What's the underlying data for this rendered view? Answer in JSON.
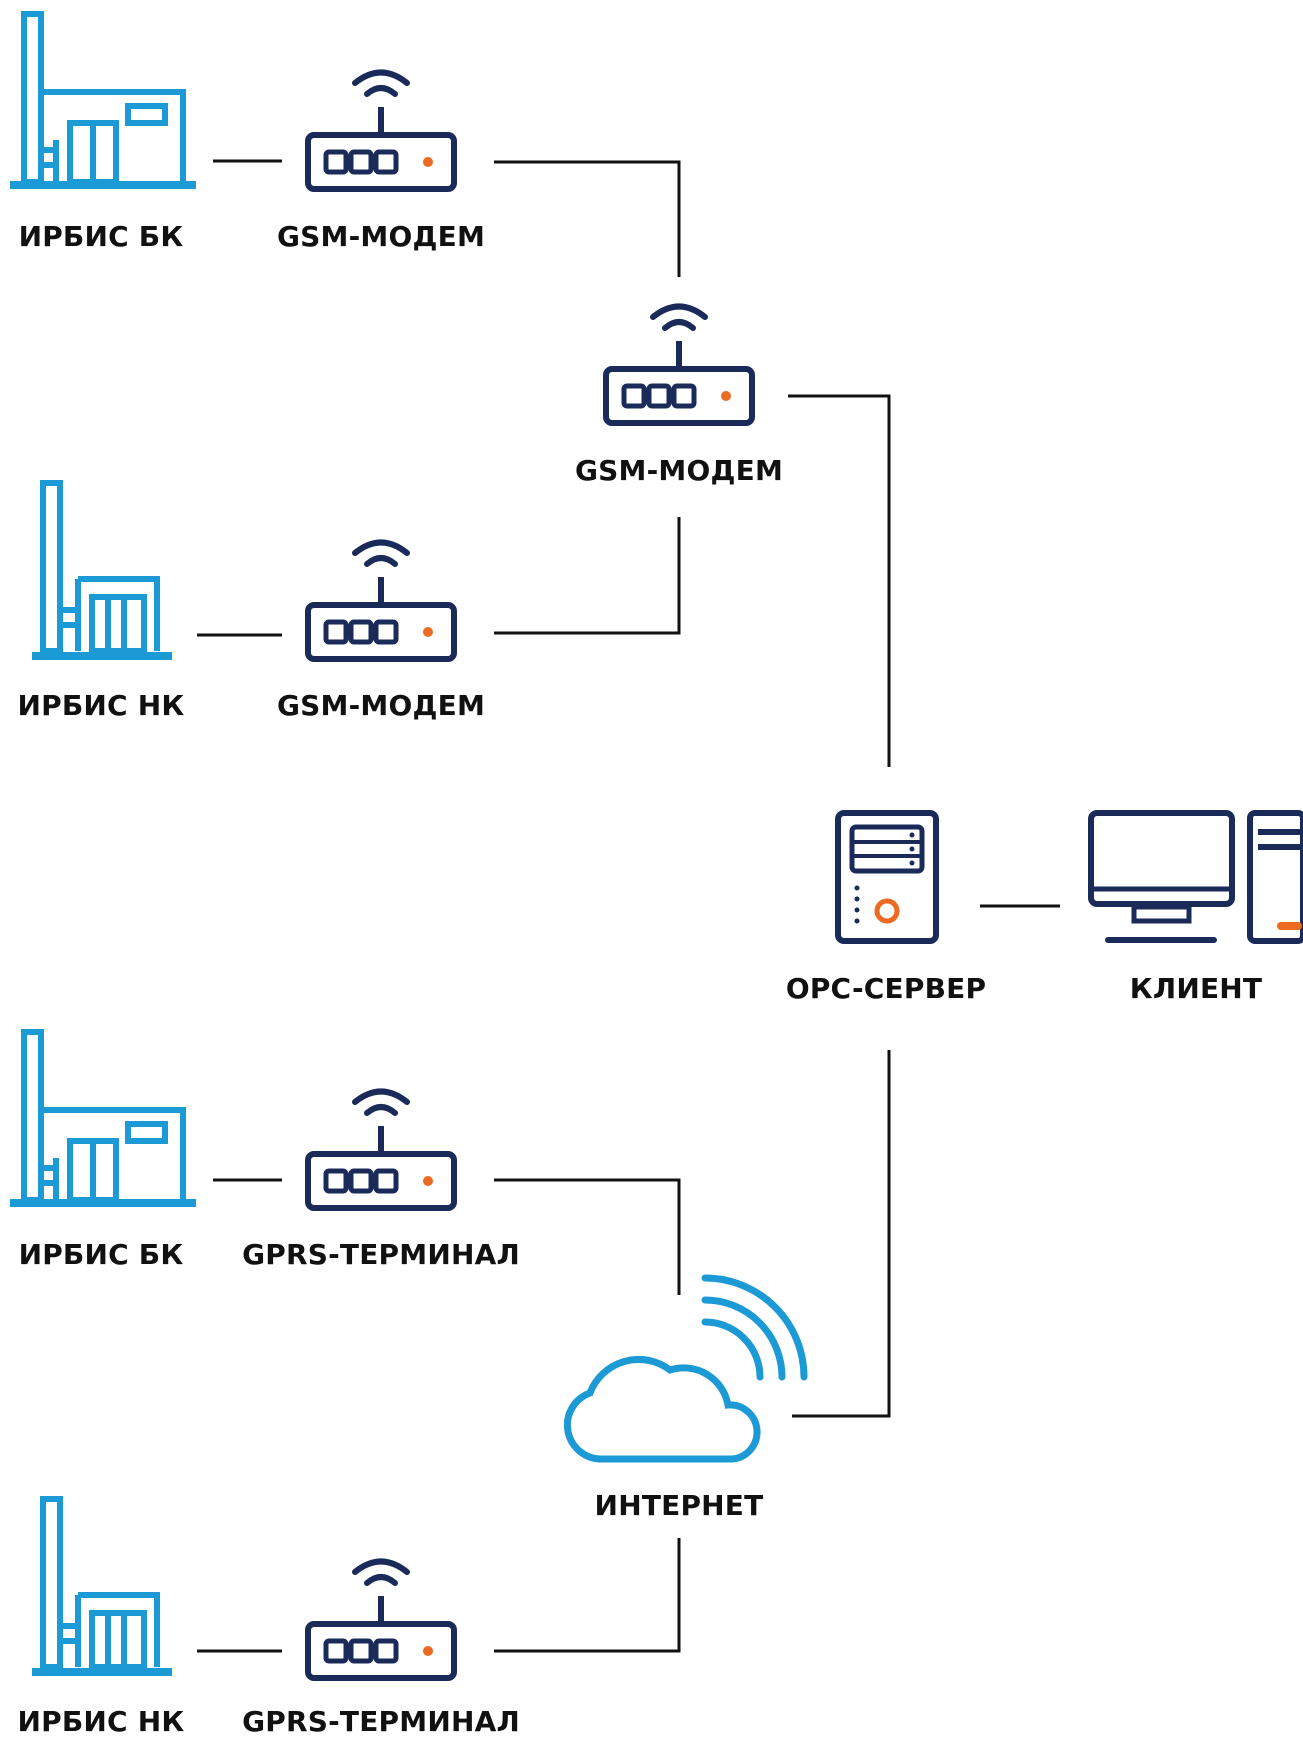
{
  "colors": {
    "building": "#1b9ad6",
    "device": "#1a2b5a",
    "accent": "#ec6b21",
    "line": "#111111"
  },
  "labels": {
    "irbis_bk_1": "ИРБИС БК",
    "gsm_modem_1": "GSM-МОДЕМ",
    "gsm_modem_center": "GSM-МОДЕМ",
    "irbis_nk_1": "ИРБИС НК",
    "gsm_modem_2": "GSM-МОДЕМ",
    "opc_server": "OPC-СЕРВЕР",
    "client": "КЛИЕНТ",
    "irbis_bk_2": "ИРБИС БК",
    "gprs_terminal_1": "GPRS-ТЕРМИНАЛ",
    "internet": "ИНТЕРНЕТ",
    "irbis_nk_2": "ИРБИС НК",
    "gprs_terminal_2": "GPRS-ТЕРМИНАЛ"
  },
  "icons": {
    "building_bk": "building-bk-icon",
    "building_nk": "building-nk-icon",
    "modem": "wireless-modem-icon",
    "server": "server-icon",
    "client": "desktop-computer-icon",
    "internet": "cloud-signal-icon"
  }
}
